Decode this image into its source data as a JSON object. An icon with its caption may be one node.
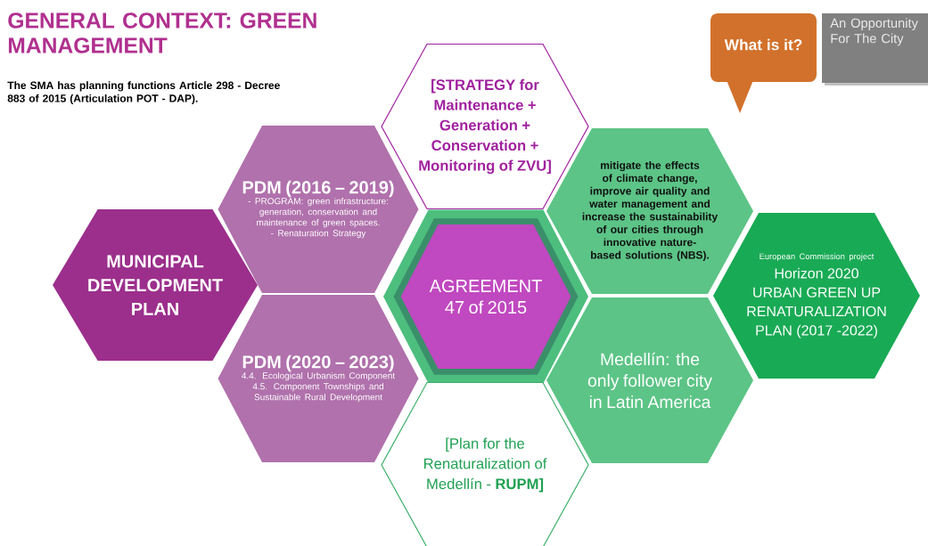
{
  "diagram": {
    "title": "GENERAL CONTEXT: GREEN MANAGEMENT",
    "nodes": [
      {
        "text": [
          "MUNICIPAL DEVELOPMENT PLAN"
        ]
      },
      {
        "text": [
          "PDM (2016 – 2019)",
          "- PROGRAM: green infrastructure: generation, conservation and maintenance of green spaces. - Renaturation Strategy"
        ]
      },
      {
        "text": [
          "PDM (2020 – 2023)",
          "4.4. Ecological Urbanism Component 4.5. Component Townships and Sustainable Rural Development"
        ]
      },
      {
        "text": [
          "[STRATEGY for Maintenance + Generation + Conservation + Monitoring of ZVU]"
        ]
      },
      {
        "text": [
          "AGREEMENT 47 of 2015"
        ]
      },
      {
        "text": [
          "[Plan for the Renaturalization of Medellín - **RUPM]**"
        ]
      },
      {
        "text": [
          "mitigate the effects of climate change, improve air quality and water management and increase the sustainability of our cities through innovative nature-based solutions (NBS)."
        ]
      },
      {
        "text": [
          "Medellín: the only follower city in Latin America"
        ]
      },
      {
        "text": [
          "European Commission project",
          "Horizon 2020 URBAN GREEN UP RENATURALIZATION PLAN (2017 -2022)"
        ]
      },
      {
        "text": [
          "What is it?"
        ]
      },
      {
        "text": [
          "An Opportunity For The City"
        ]
      }
    ],
    "labels": [
      "The SMA has planning functions Article 298 - Decree 883 of 2015 (Articulation POT - DAP)."
    ]
  }
}
